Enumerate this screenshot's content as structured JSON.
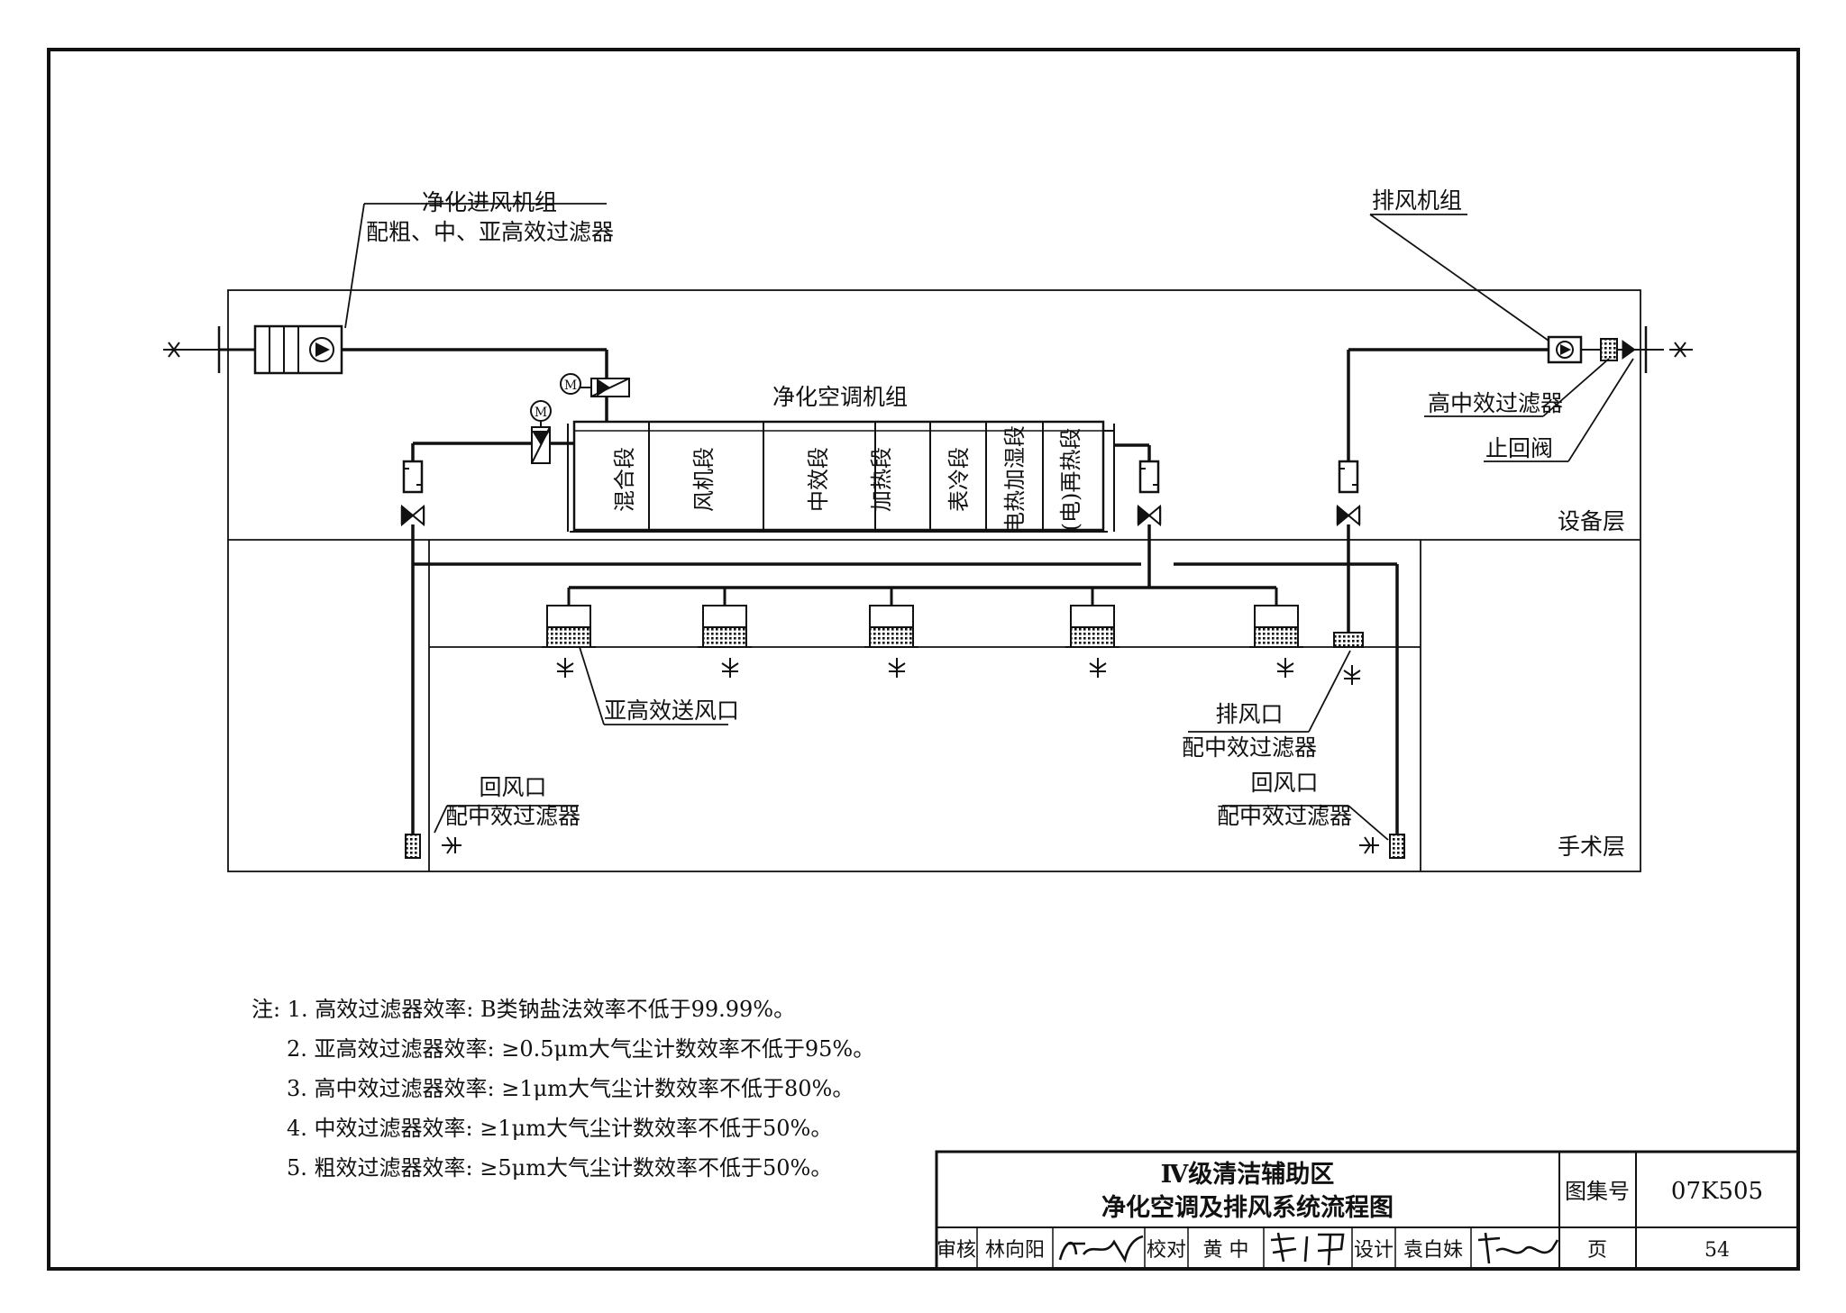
{
  "labels": {
    "fresh_air_unit": "净化进风机组",
    "fresh_air_filters": "配粗、中、亚高效过滤器",
    "exhaust_unit": "排风机组",
    "ahu": "净化空调机组",
    "high_mid_filter": "高中效过滤器",
    "check_valve": "止回阀",
    "equipment_floor": "设备层",
    "operating_floor": "手术层",
    "sub_hepa_outlet": "亚高效送风口",
    "exhaust_outlet": "排风口",
    "exhaust_outlet_filter": "配中效过滤器",
    "return_left": "回风口",
    "return_left_filter": "配中效过滤器",
    "return_right": "回风口",
    "return_right_filter": "配中效过滤器"
  },
  "ahu_sections": [
    "混合段",
    "风机段",
    "中效段",
    "加热段",
    "表冷段",
    "电热加湿段",
    "(电)再热段"
  ],
  "motor_symbol": "M",
  "notes": {
    "n1": "注: 1. 高效过滤器效率: B类钠盐法效率不低于99.99%。",
    "n2": "2. 亚高效过滤器效率: ≥0.5μm大气尘计数效率不低于95%。",
    "n3": "3. 高中效过滤器效率: ≥1μm大气尘计数效率不低于80%。",
    "n4": "4. 中效过滤器效率: ≥1μm大气尘计数效率不低于50%。",
    "n5": "5. 粗效过滤器效率: ≥5μm大气尘计数效率不低于50%。"
  },
  "title_block": {
    "title_line1": "Ⅳ级清洁辅助区",
    "title_line2": "净化空调及排风系统流程图",
    "atlas_label": "图集号",
    "atlas_no": "07K505",
    "page_label": "页",
    "page_no": "54",
    "review_label": "审核",
    "reviewer": "林向阳",
    "check_label": "校对",
    "checker": "黄 中",
    "design_label": "设计",
    "designer": "袁白妹"
  }
}
